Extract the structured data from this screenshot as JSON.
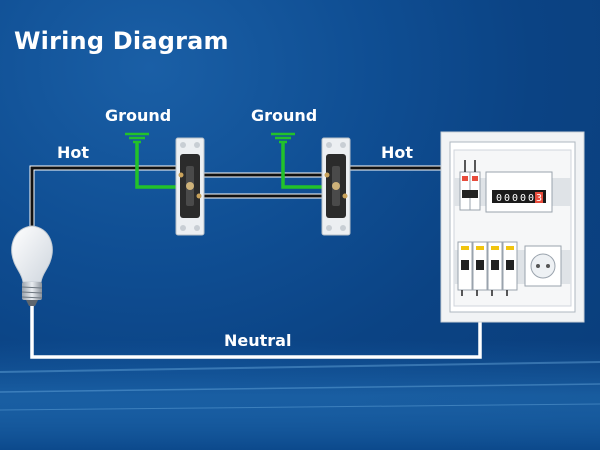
{
  "title": "Wiring Diagram",
  "labels": {
    "ground_left": "Ground",
    "ground_right": "Ground",
    "hot_left": "Hot",
    "hot_right": "Hot",
    "neutral": "Neutral"
  },
  "meter": {
    "digits": [
      "0",
      "0",
      "0",
      "0",
      "0",
      "3"
    ]
  },
  "colors": {
    "background": "#0f4e93",
    "wire_hot": "#111111",
    "wire_ground": "#22c22a",
    "wire_neutral": "#ffffff",
    "panel": "#f1f3f5"
  }
}
